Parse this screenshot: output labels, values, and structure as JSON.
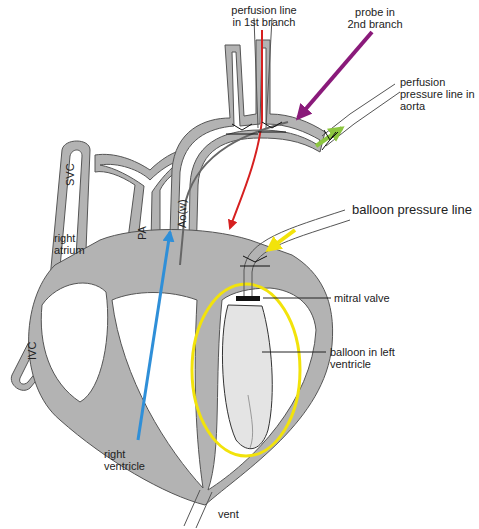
{
  "diagram": {
    "labels": [
      "perfusion line in 1st branch",
      "probe in 2nd branch",
      "perfusion pressure line in aorta",
      "balloon pressure line",
      "mitral valve",
      "balloon in left ventricle",
      "SVC",
      "right atrium",
      "IVC",
      "PA",
      "Ao(w)",
      "right ventricle",
      "vent"
    ]
  }
}
